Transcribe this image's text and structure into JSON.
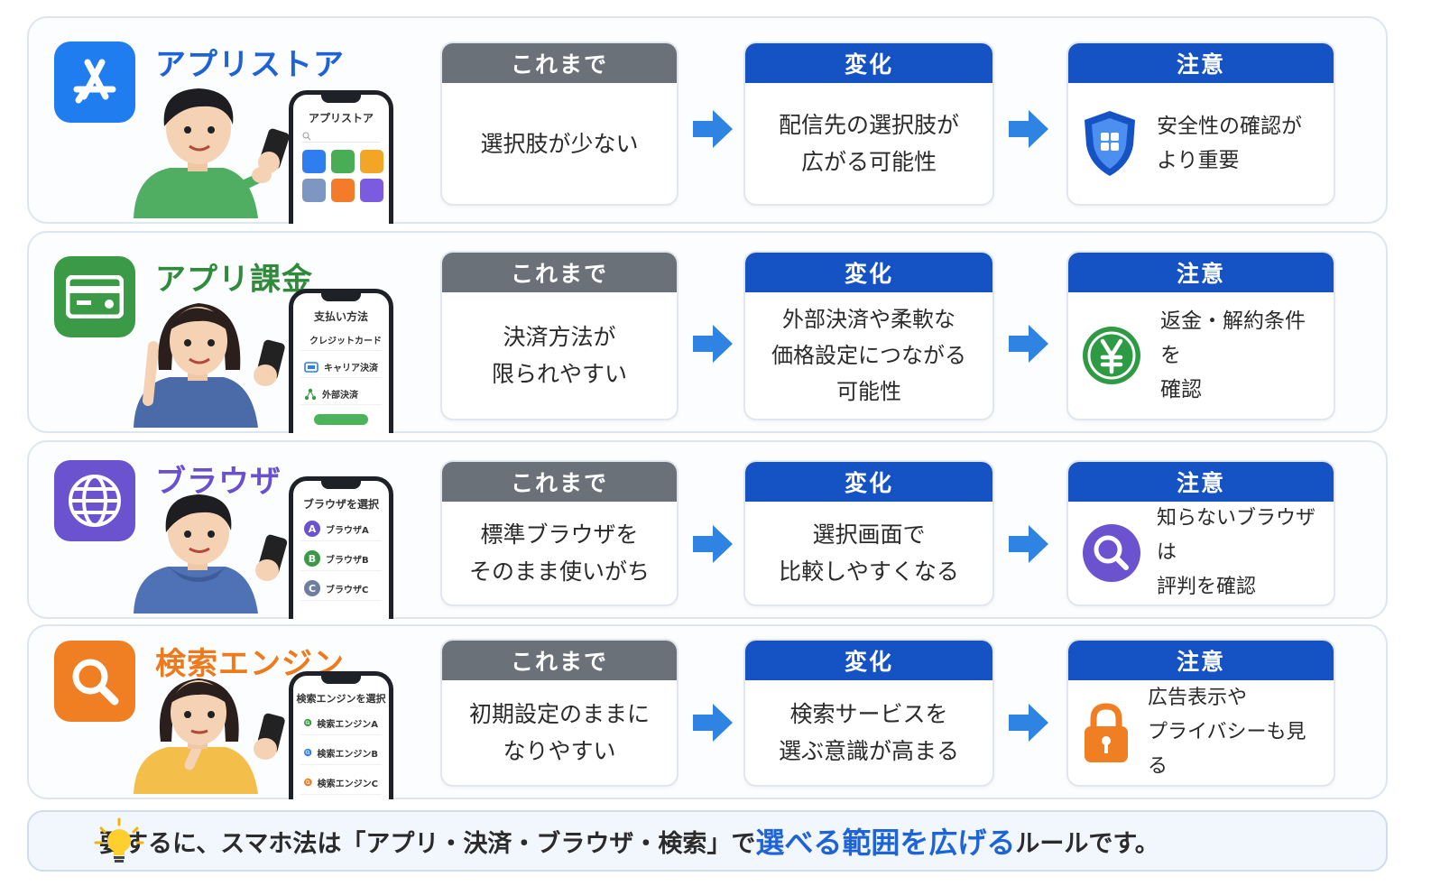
{
  "labels": {
    "before": "これまで",
    "change": "変化",
    "note": "注意"
  },
  "colors": {
    "before_header": "#6b7178",
    "change_header": "#1553c4",
    "note_header": "#1553c4",
    "arrow": "#2f84e3"
  },
  "rows": [
    {
      "title": "アプリストア",
      "title_color": "#1e62d8",
      "icon": "app-store-icon",
      "icon_color": "#1f7df0",
      "phone_title": "アプリストア",
      "before": "選択肢が少ない",
      "change": "配信先の選択肢が\n広がる可能性",
      "note": "安全性の確認が\nより重要",
      "note_icon": "shield-icon"
    },
    {
      "title": "アプリ課金",
      "title_color": "#2f8a3a",
      "icon": "credit-card-icon",
      "icon_color": "#3a9a45",
      "phone_title": "支払い方法",
      "phone_options": [
        "クレジットカード",
        "キャリア決済",
        "外部決済"
      ],
      "before": "決済方法が\n限られやすい",
      "change": "外部決済や柔軟な\n価格設定につながる\n可能性",
      "note": "返金・解約条件を\n確認",
      "note_icon": "yen-icon"
    },
    {
      "title": "ブラウザ",
      "title_color": "#6a4fd1",
      "icon": "globe-icon",
      "icon_color": "#6b52cf",
      "phone_title": "ブラウザを選択",
      "phone_options": [
        "ブラウザA",
        "ブラウザB",
        "ブラウザC"
      ],
      "phone_option_marks": [
        "A",
        "B",
        "C"
      ],
      "before": "標準ブラウザを\nそのまま使いがち",
      "change": "選択画面で\n比較しやすくなる",
      "note": "知らないブラウザは\n評判を確認",
      "note_icon": "magnifier-icon"
    },
    {
      "title": "検索エンジン",
      "title_color": "#ef7a1c",
      "icon": "search-icon",
      "icon_color": "#f07e22",
      "phone_title": "検索エンジンを選択",
      "phone_options": [
        "検索エンジンA",
        "検索エンジンB",
        "検索エンジンC"
      ],
      "before": "初期設定のままに\nなりやすい",
      "change": "検索サービスを\n選ぶ意識が高まる",
      "note": "広告表示や\nプライバシーも見る",
      "note_icon": "padlock-icon"
    }
  ],
  "summary": {
    "prefix": "要するに、スマホ法は「アプリ・決済・ブラウザ・検索」で",
    "highlight": "選べる範囲を広げる",
    "suffix": "ルールです。",
    "icon": "lightbulb-icon"
  }
}
